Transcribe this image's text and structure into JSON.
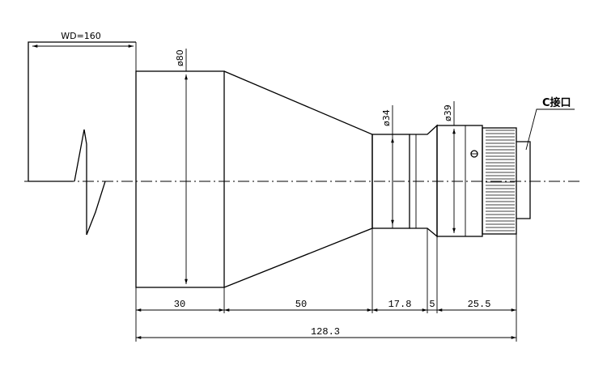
{
  "drawing": {
    "working_distance": "WD=160",
    "diameters": [
      "ø80",
      "ø34",
      "ø39"
    ],
    "interface_label": "C接口",
    "segment_lengths": [
      "30",
      "50",
      "17.8",
      "5",
      "25.5"
    ],
    "total_length": "128.3"
  }
}
